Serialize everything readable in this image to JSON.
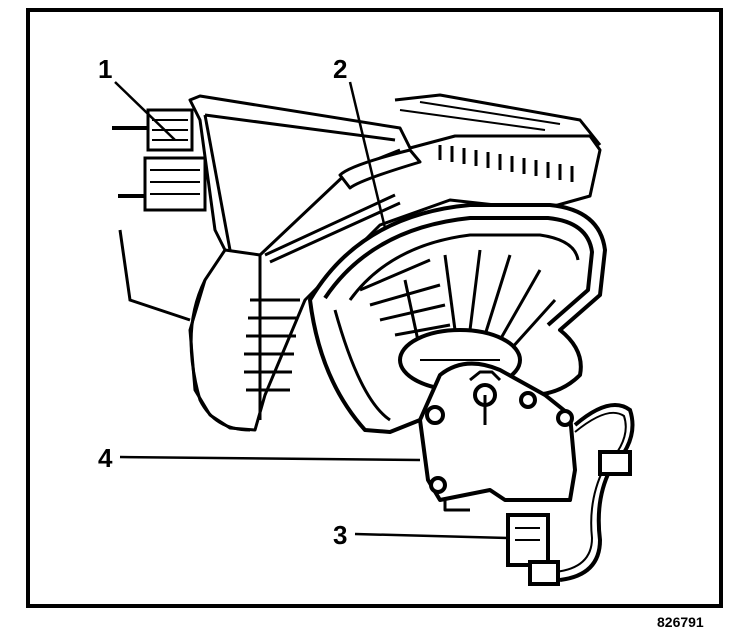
{
  "callouts": {
    "c1": "1",
    "c2": "2",
    "c3": "3",
    "c4": "4"
  },
  "figure_id": "826791"
}
